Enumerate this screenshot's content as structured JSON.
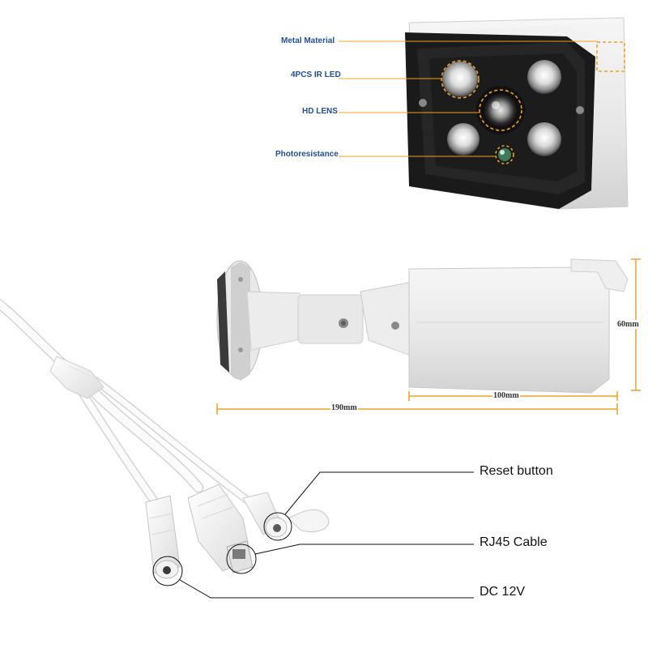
{
  "features": {
    "metal_material": "Metal Material",
    "ir_led": "4PCS IR LED",
    "hd_lens": "HD LENS",
    "photoresistance": "Photoresistance"
  },
  "dimensions": {
    "length": "190mm",
    "housing_length": "100mm",
    "height": "60mm"
  },
  "cables": {
    "reset": "Reset button",
    "rj45": "RJ45 Cable",
    "dc": "DC 12V"
  },
  "colors": {
    "label_blue": "#1f4e9c",
    "callout_orange": "#f0a020"
  }
}
